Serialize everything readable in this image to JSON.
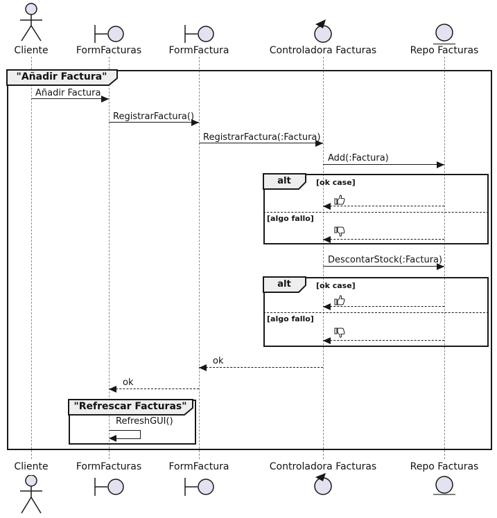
{
  "frame": {
    "title": "\"Añadir Factura\""
  },
  "inner_frame": {
    "title": "\"Refrescar Facturas\""
  },
  "participants": [
    {
      "label": "Cliente",
      "type": "actor"
    },
    {
      "label": "FormFacturas",
      "type": "boundary"
    },
    {
      "label": "FormFactura",
      "type": "boundary"
    },
    {
      "label": "Controladora Facturas",
      "type": "control"
    },
    {
      "label": "Repo Facturas",
      "type": "entity"
    }
  ],
  "messages": {
    "anadir": "Añadir Factura",
    "registrar": "RegistrarFactura()",
    "registrar_param": "RegistrarFactura(:Factura)",
    "add": "Add(:Factura)",
    "descontar": "DescontarStock(:Factura)",
    "ok1": "ok",
    "ok2": "ok",
    "refresh": "RefreshGUI()"
  },
  "fragments": {
    "alt1": {
      "operator": "alt",
      "guard_ok": "[ok case]",
      "guard_fail": "[algo fallo]",
      "reply_ok_icon": "thumbs-up-icon",
      "reply_fail_icon": "thumbs-down-icon"
    },
    "alt2": {
      "operator": "alt",
      "guard_ok": "[ok case]",
      "guard_fail": "[algo fallo]",
      "reply_ok_icon": "thumbs-up-icon",
      "reply_fail_icon": "thumbs-down-icon"
    }
  },
  "colors": {
    "participant_fill": "#E2E2F0",
    "frame_label_bg": "#EEEEEE",
    "border": "#181818",
    "lifeline": "#8A8A8A",
    "background": "#FFFFFF"
  }
}
